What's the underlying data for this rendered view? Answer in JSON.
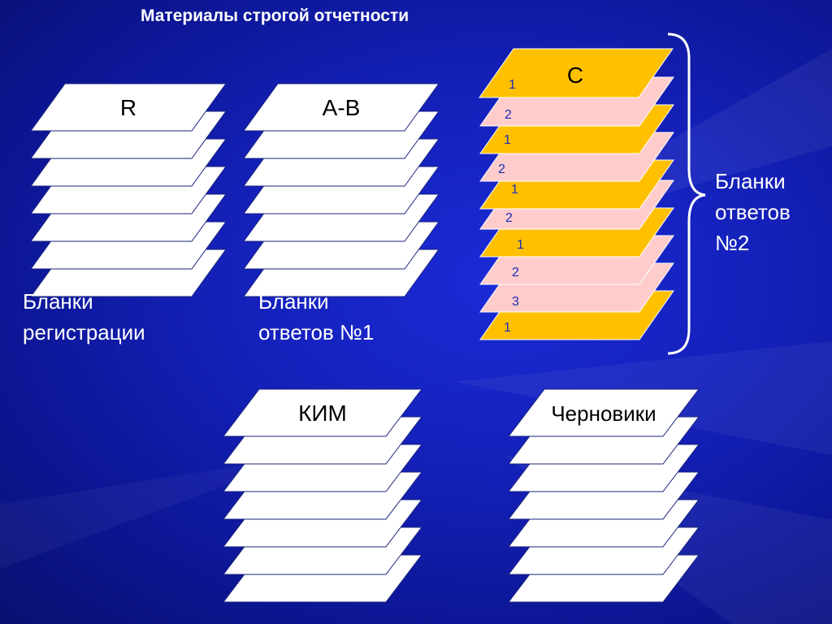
{
  "title": "Материалы строгой отчетности",
  "captions": {
    "registration": [
      "Бланки",
      "регистрации"
    ],
    "answers1": [
      "Бланки",
      "ответов №1"
    ],
    "answers2": [
      "Бланки",
      "ответов",
      "№2"
    ]
  },
  "stacks": [
    {
      "id": "registration",
      "label": "R"
    },
    {
      "id": "answers1",
      "label": "A-B"
    },
    {
      "id": "kim",
      "label": "КИМ"
    },
    {
      "id": "drafts",
      "label": "Черновики"
    }
  ],
  "stack_c": {
    "label": "C",
    "sheets": [
      {
        "number": "1",
        "color": "yellow"
      },
      {
        "number": "2",
        "color": "pink"
      },
      {
        "number": "1",
        "color": "yellow"
      },
      {
        "number": "2",
        "color": "pink"
      },
      {
        "number": "1",
        "color": "yellow"
      },
      {
        "number": "2",
        "color": "pink"
      },
      {
        "number": "1",
        "color": "yellow"
      },
      {
        "number": "2",
        "color": "pink"
      },
      {
        "number": "3",
        "color": "pink"
      },
      {
        "number": "1",
        "color": "yellow"
      }
    ]
  },
  "colors": {
    "yellow": "#FFC000",
    "pink": "#FFCCCC",
    "sheet_white": "#FFFFFF",
    "sheet_stroke": "#1a237e",
    "number_text": "#1a2bb8",
    "text": "#FFFFFF"
  }
}
